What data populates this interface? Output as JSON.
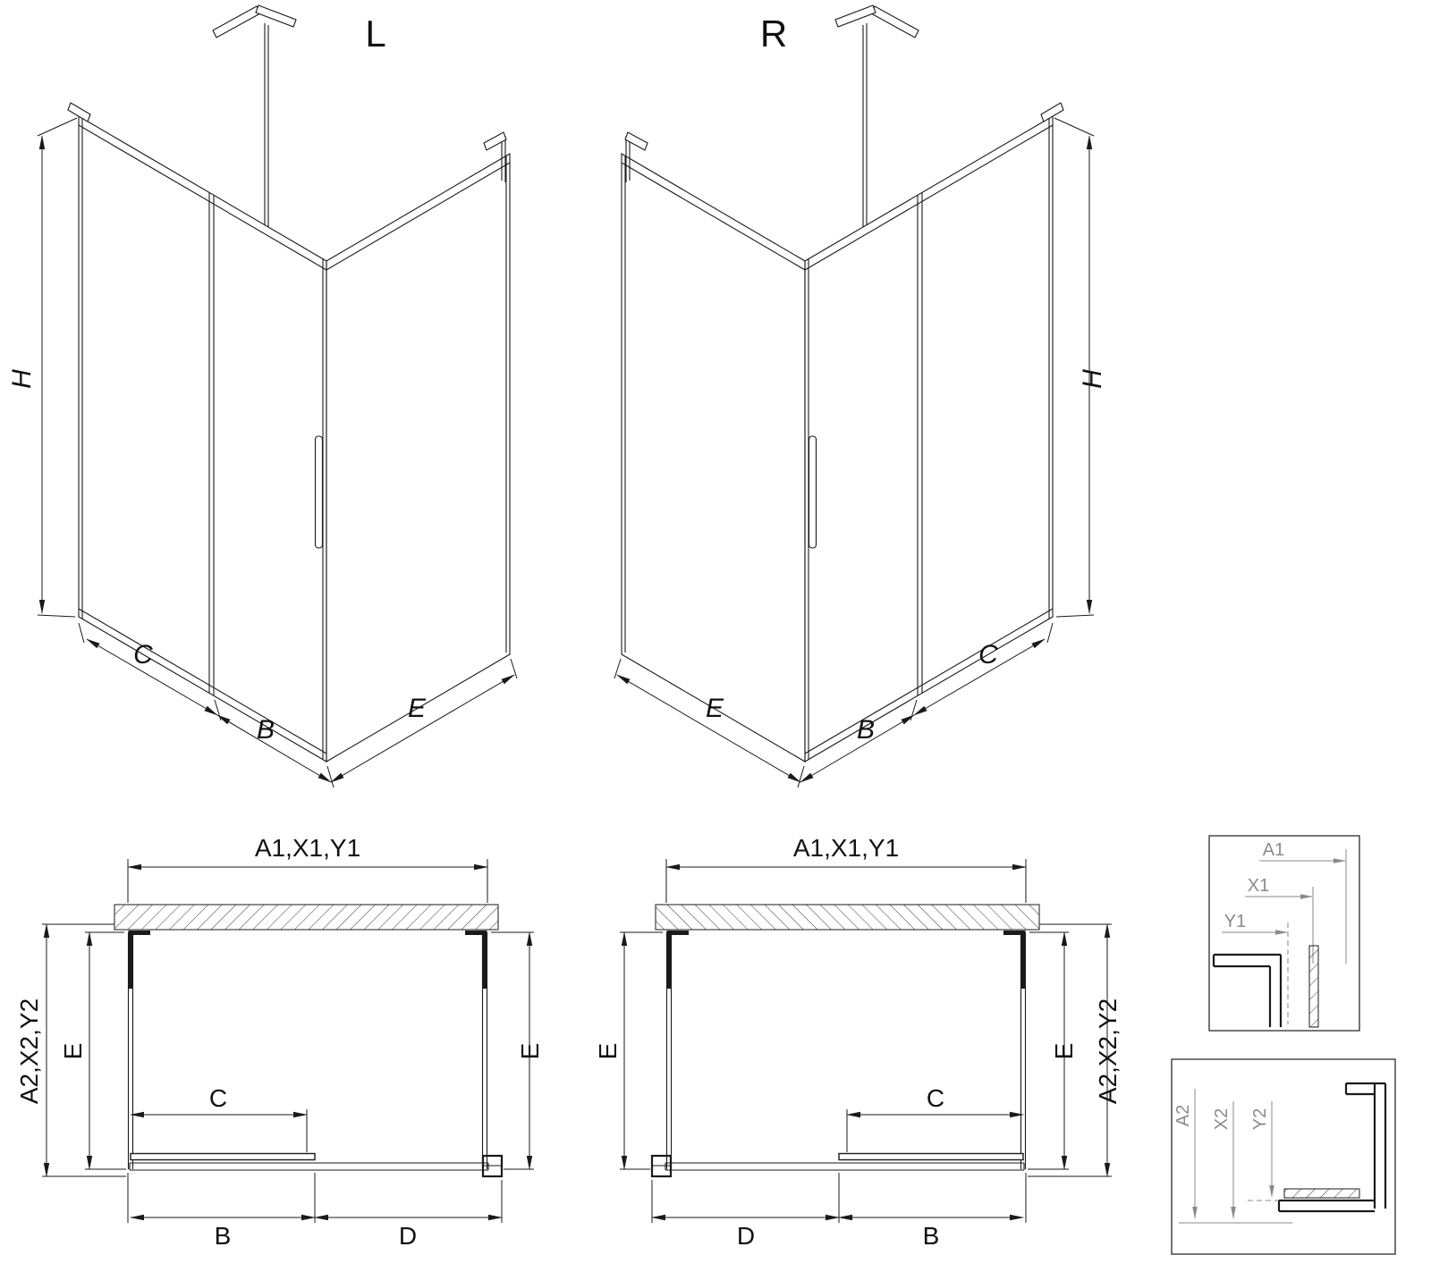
{
  "page": {
    "background": "#ffffff",
    "line_color": "#1a1a1a",
    "detail_color": "#8a8a8a"
  },
  "iso_left": {
    "title": "L",
    "dim_h": "H",
    "dim_c": "C",
    "dim_b": "B",
    "dim_e": "E"
  },
  "iso_right": {
    "title": "R",
    "dim_h": "H",
    "dim_c": "C",
    "dim_b": "B",
    "dim_e": "E"
  },
  "plan_left": {
    "dim_top": "A1,X1,Y1",
    "dim_side_outer": "A2,X2,Y2",
    "dim_e_left": "E",
    "dim_e_right": "E",
    "dim_c": "C",
    "dim_b": "B",
    "dim_d": "D"
  },
  "plan_right": {
    "dim_top": "A1,X1,Y1",
    "dim_side_outer": "A2,X2,Y2",
    "dim_e_left": "E",
    "dim_e_right": "E",
    "dim_c": "C",
    "dim_b": "B",
    "dim_d": "D"
  },
  "detail_top": {
    "dim_a1": "A1",
    "dim_x1": "X1",
    "dim_y1": "Y1"
  },
  "detail_bottom": {
    "dim_a2": "A2",
    "dim_x2": "X2",
    "dim_y2": "Y2"
  }
}
